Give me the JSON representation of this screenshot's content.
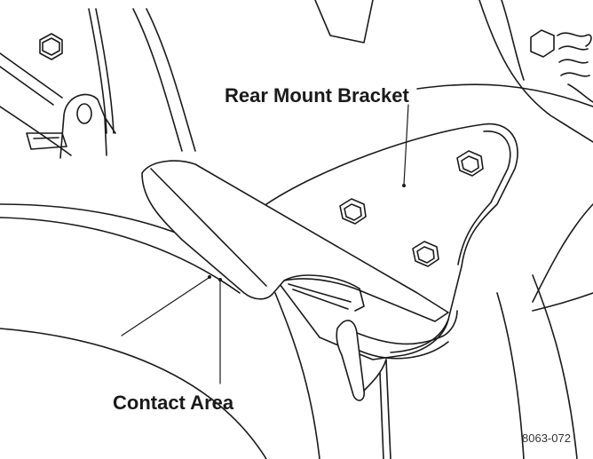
{
  "callouts": {
    "rear_mount_bracket": "Rear Mount Bracket",
    "contact_area": "Contact Area"
  },
  "figure_id": "8063-072",
  "colors": {
    "line": "#1a1a1a",
    "fill": "#ffffff"
  }
}
